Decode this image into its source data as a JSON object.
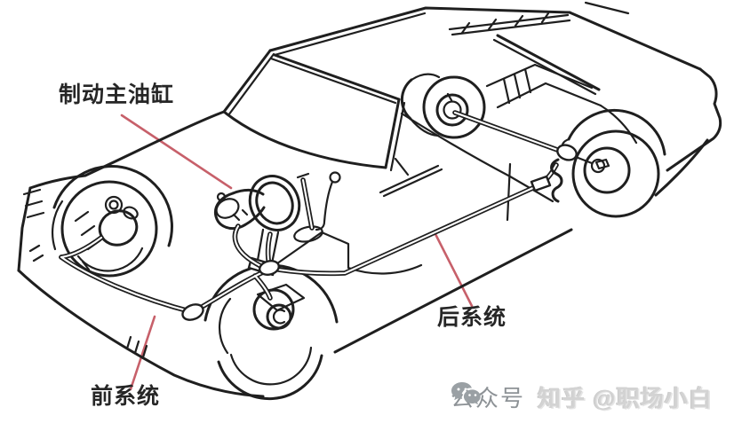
{
  "page": {
    "type": "technical-diagram",
    "subject": "car dual-circuit brake system cutaway line drawing",
    "background": "#ffffff"
  },
  "labels": {
    "master_cylinder": "制动主油缸",
    "rear_system": "后系统",
    "front_system": "前系统"
  },
  "watermark": {
    "platform": "公众号",
    "account": "知乎 @职场小白"
  },
  "icons": {
    "watermark_icon": "wechat-icon"
  },
  "colors": {
    "line": "#1f1f1f",
    "leader_line": "#c7606a",
    "label_text": "#262626",
    "watermark_gray": "#8d9296",
    "watermark_light": "#d3d3d3",
    "background": "#ffffff"
  }
}
